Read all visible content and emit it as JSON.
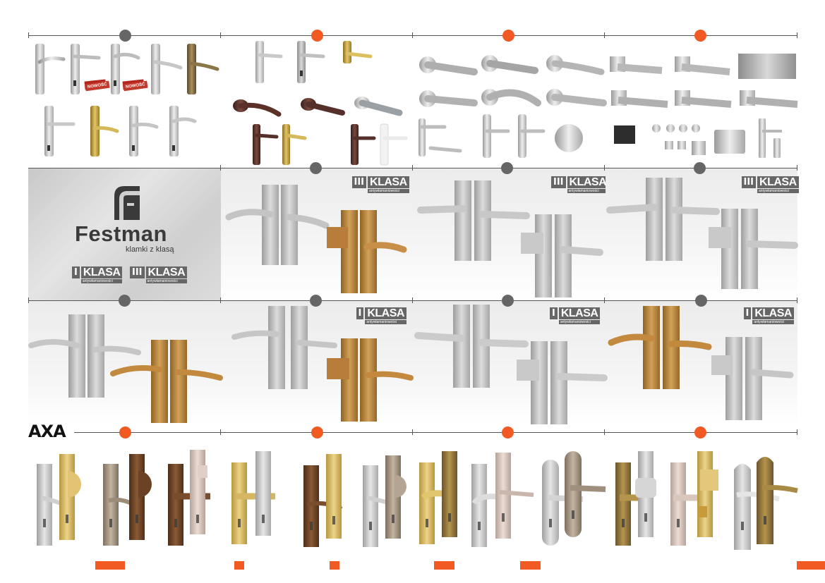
{
  "brand": {
    "name": "Festman",
    "tagline": "klamki z klasą"
  },
  "badges": {
    "klasa_word": "KLASA",
    "klasa_sub": "antywłamaniowości",
    "class_one": "I",
    "class_three": "III"
  },
  "novelty_label": "NOWOŚĆ",
  "axa_logo": "AXA",
  "colors": {
    "orange": "#f15a22",
    "grey_dot": "#666666",
    "badge": "#666666"
  },
  "finishes": [
    "silver",
    "satin-chrome",
    "gold",
    "brown",
    "bronze",
    "white",
    "champagne"
  ]
}
